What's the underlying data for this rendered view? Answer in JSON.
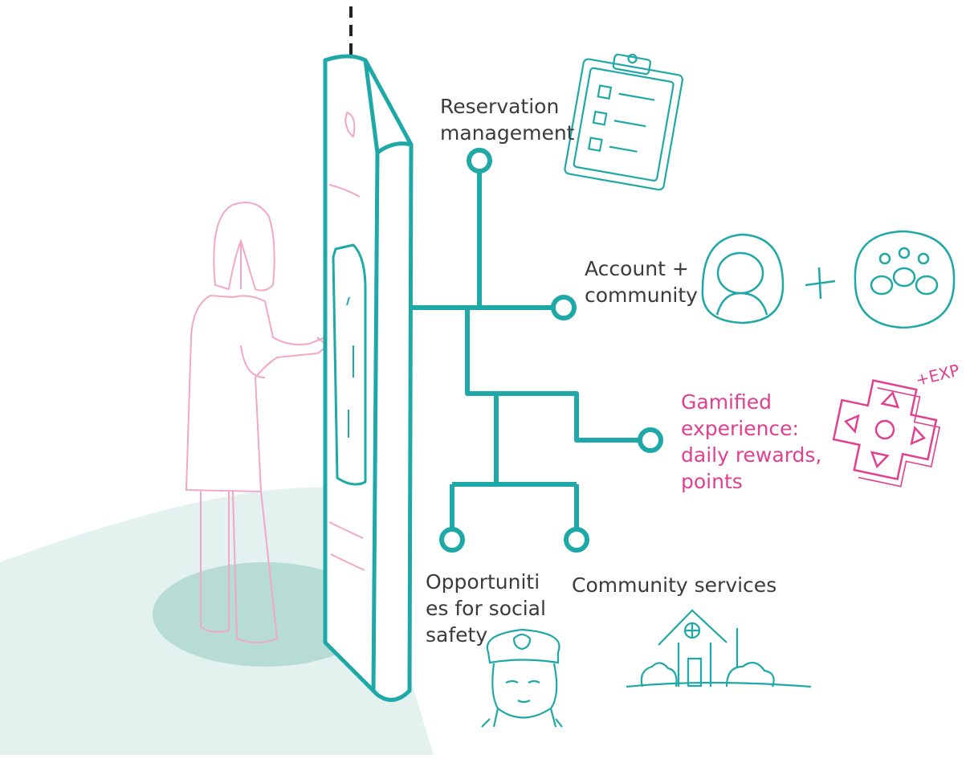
{
  "colors": {
    "teal": "#1fa8a8",
    "pink": "#f2a7c6",
    "magenta": "#e0408f",
    "text": "#3b3b3b",
    "floor_light": "#e4f2ef",
    "floor_dark": "#b7dcd4"
  },
  "features": {
    "reservation": "Reservation\nmanagement",
    "account": "Account +\ncommunity",
    "gamified": "Gamified\nexperience:\ndaily rewards,\npoints",
    "safety": "Opportuniti\nes for social\nsafety",
    "services": "Community services"
  },
  "icons": {
    "reservation": "clipboard-checklist-icon",
    "account": "user-avatar-icon",
    "community": "group-icon",
    "gamified": "game-dpad-icon",
    "safety": "police-officer-icon",
    "services": "house-icon"
  },
  "exp_tag": "+EXP"
}
